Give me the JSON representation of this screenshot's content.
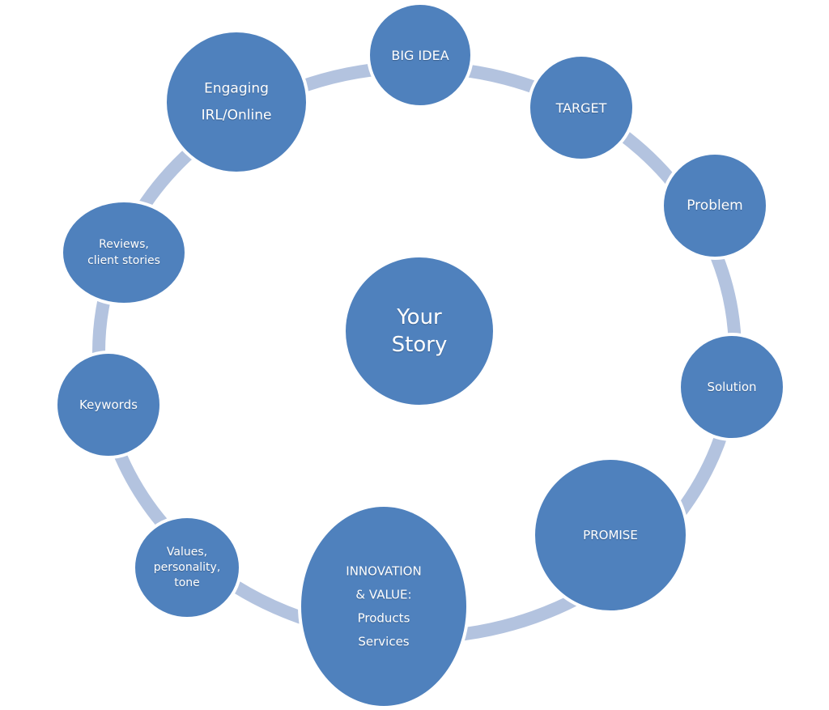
{
  "colors": {
    "node_fill": "#4f81bd",
    "node_stroke": "#ffffff",
    "ring": "#b3c3df",
    "text": "#ffffff"
  },
  "center": {
    "lines": [
      "Your",
      "Story"
    ]
  },
  "nodes": [
    {
      "id": "big-idea",
      "lines": [
        "BIG IDEA"
      ]
    },
    {
      "id": "target",
      "lines": [
        "TARGET"
      ]
    },
    {
      "id": "problem",
      "lines": [
        "Problem"
      ]
    },
    {
      "id": "solution",
      "lines": [
        "Solution"
      ]
    },
    {
      "id": "promise",
      "lines": [
        "PROMISE"
      ]
    },
    {
      "id": "innovation",
      "lines": [
        "INNOVATION",
        "& VALUE:",
        "Products",
        "Services"
      ]
    },
    {
      "id": "values",
      "lines": [
        "Values,",
        "personality,",
        "tone"
      ]
    },
    {
      "id": "keywords",
      "lines": [
        "Keywords"
      ]
    },
    {
      "id": "reviews",
      "lines": [
        "Reviews,",
        "client stories"
      ]
    },
    {
      "id": "engaging",
      "lines": [
        "Engaging",
        "IRL/Online"
      ]
    }
  ]
}
